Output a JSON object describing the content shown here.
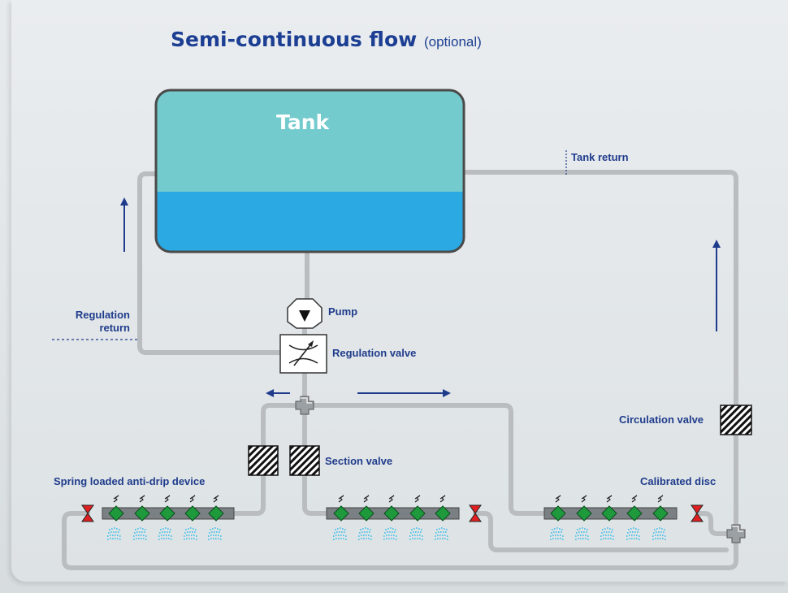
{
  "title": {
    "main": "Semi-continuous flow",
    "sub": "(optional)"
  },
  "labels": {
    "tank": "Tank",
    "tank_return": "Tank return",
    "regulation_return_line1": "Regulation",
    "regulation_return_line2": "return",
    "pump": "Pump",
    "regulation_valve": "Regulation valve",
    "section_valve": "Section valve",
    "circulation_valve": "Circulation valve",
    "calibrated_disc": "Calibrated disc",
    "anti_drip": "Spring loaded anti-drip device"
  },
  "colors": {
    "pipe": "#b9bdc0",
    "tank_top": "#74cbcd",
    "tank_bottom": "#2aa9e2",
    "tank_border": "#4a4a4a",
    "arrow": "#1f3c8c",
    "nozzle_diamond": "#1e9a3c",
    "spray": "#5cc6ea",
    "calibrated_disc": "#e02020"
  },
  "icons": {
    "pump": "pump-icon",
    "regulation_valve": "regulation-valve-icon",
    "section_valve": "hatched-valve-icon",
    "circulation_valve": "hatched-valve-icon",
    "tee": "tee-connector-icon",
    "calibrated_disc": "bowtie-restrictor-icon",
    "nozzle": "anti-drip-nozzle-icon"
  }
}
